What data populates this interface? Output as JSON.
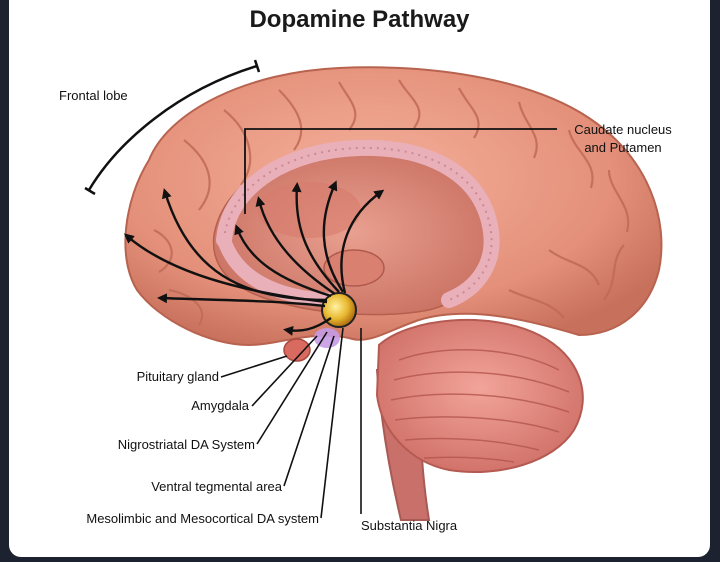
{
  "title": "Dopamine Pathway",
  "labels": {
    "frontal_lobe": "Frontal lobe",
    "caudate_line1": "Caudate nucleus",
    "caudate_line2": "and Putamen",
    "pituitary": "Pituitary gland",
    "amygdala": "Amygdala",
    "nigrostriatal": "Nigrostriatal DA System",
    "vta": "Ventral tegmental area",
    "mesolimbic": "Mesolimbic and Mesocortical DA system",
    "substantia_nigra": "Substantia Nigra"
  },
  "colors": {
    "cortex": "#e89a84",
    "cortex_dark": "#c9705c",
    "cerebellum": "#e58e84",
    "corpus_callosum": "#f0b8c0",
    "arrow": "#111111",
    "nucleus": "#e8c23a"
  }
}
